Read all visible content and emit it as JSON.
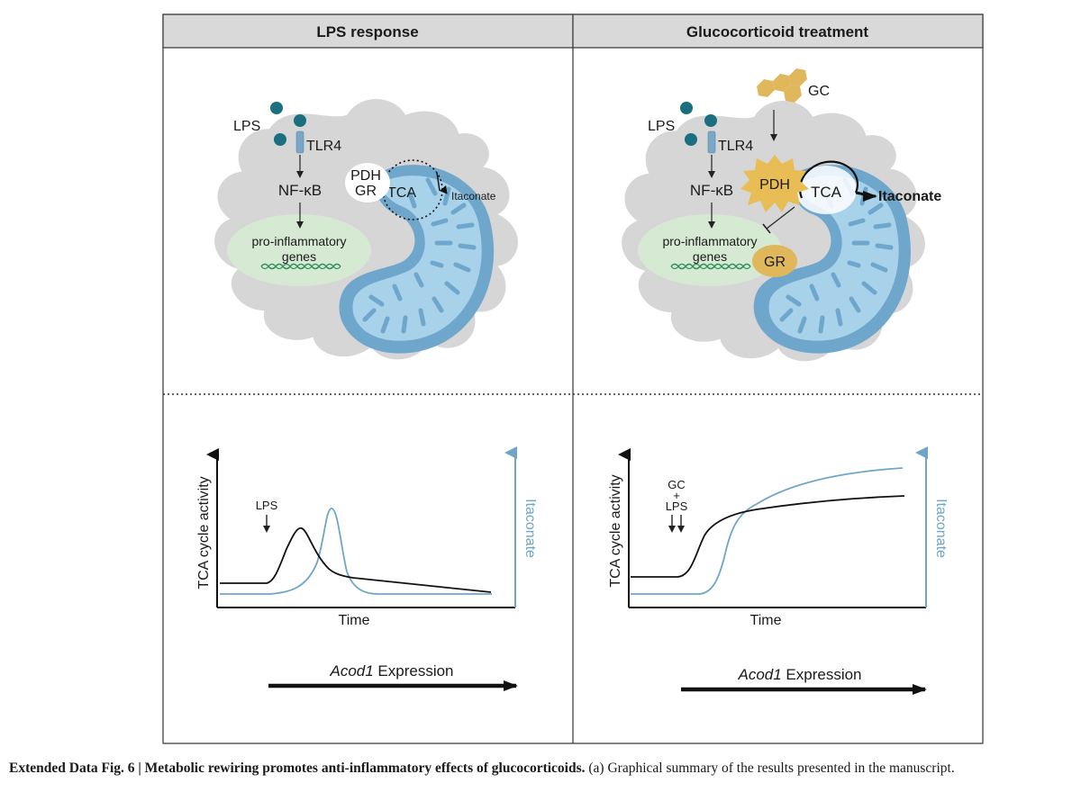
{
  "panels": {
    "left": {
      "header": "LPS response",
      "diagram": {
        "lps": "LPS",
        "tlr4": "TLR4",
        "nfkb": "NF-κB",
        "pdh": "PDH",
        "gr": "GR",
        "tca": "TCA",
        "itaconate": "Itaconate",
        "genes_line1": "pro-inflammatory",
        "genes_line2": "genes"
      },
      "graph": {
        "ylabel": "TCA cycle activity",
        "y2label": "Itaconate",
        "xlabel": "Time",
        "annotation": "LPS",
        "expression_italic": "Acod1",
        "expression_rest": " Expression"
      }
    },
    "right": {
      "header": "Glucocorticoid treatment",
      "diagram": {
        "gc": "GC",
        "lps": "LPS",
        "tlr4": "TLR4",
        "nfkb": "NF-κB",
        "pdh": "PDH",
        "tca": "TCA",
        "itaconate": "Itaconate",
        "gr": "GR",
        "genes_line1": "pro-inflammatory",
        "genes_line2": "genes"
      },
      "graph": {
        "ylabel": "TCA cycle activity",
        "y2label": "Itaconate",
        "xlabel": "Time",
        "annotation_line1": "GC",
        "annotation_line2": "+",
        "annotation_line3": "LPS",
        "expression_italic": "Acod1",
        "expression_rest": " Expression"
      }
    }
  },
  "caption": {
    "bold": "Extended Data Fig. 6 | Metabolic rewiring promotes anti-inflammatory effects of glucocorticoids.",
    "text": " (a) Graphical summary of the results presented in the manuscript."
  },
  "colors": {
    "cell": "#d6d6d6",
    "nucleus": "#d6e9d3",
    "mito_outer": "#6fa6cc",
    "mito_inner": "#a8d1ea",
    "receptor": "#7aa7c7",
    "lps_dot": "#1b6f7e",
    "gc_gold": "#e0b75a",
    "itaconate_line": "#6fa6c8",
    "header_bg": "#d9d9d9"
  }
}
